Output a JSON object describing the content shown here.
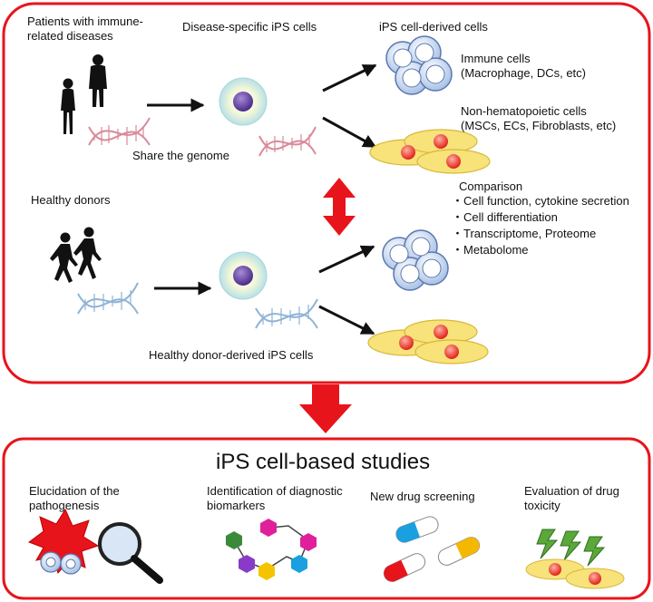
{
  "top": {
    "patients_label": "Patients with immune-related diseases",
    "disease_ips_label": "Disease-specific iPS cells",
    "ips_derived_label": "iPS cell-derived cells",
    "immune_cells_label": "Immune cells",
    "immune_cells_sub": "(Macrophage, DCs, etc)",
    "nonhem_label": "Non-hematopoietic cells",
    "nonhem_sub": "(MSCs, ECs, Fibroblasts, etc)",
    "share_genome_label": "Share the genome",
    "healthy_donors_label": "Healthy donors",
    "comparison_title": "Comparison",
    "comparison_items": [
      "・Cell function, cytokine secretion",
      "・Cell differentiation",
      "・Transcriptome, Proteome",
      "・Metabolome"
    ],
    "healthy_ips_label": "Healthy donor-derived  iPS cells"
  },
  "bottom": {
    "title": "iPS cell-based studies",
    "studies": [
      "Elucidation of the pathogenesis",
      "Identification of diagnostic biomarkers",
      "New drug screening",
      "Evaluation of drug toxicity"
    ]
  },
  "colors": {
    "frame": "#e8141b",
    "arrow_red": "#e8141b",
    "dna_top": "#d98a9a",
    "dna_bottom": "#8fb4d6",
    "immune_cell": "#c9daf0",
    "fibroblast": "#f7e06a",
    "nucleus_red": "#e8141b"
  }
}
